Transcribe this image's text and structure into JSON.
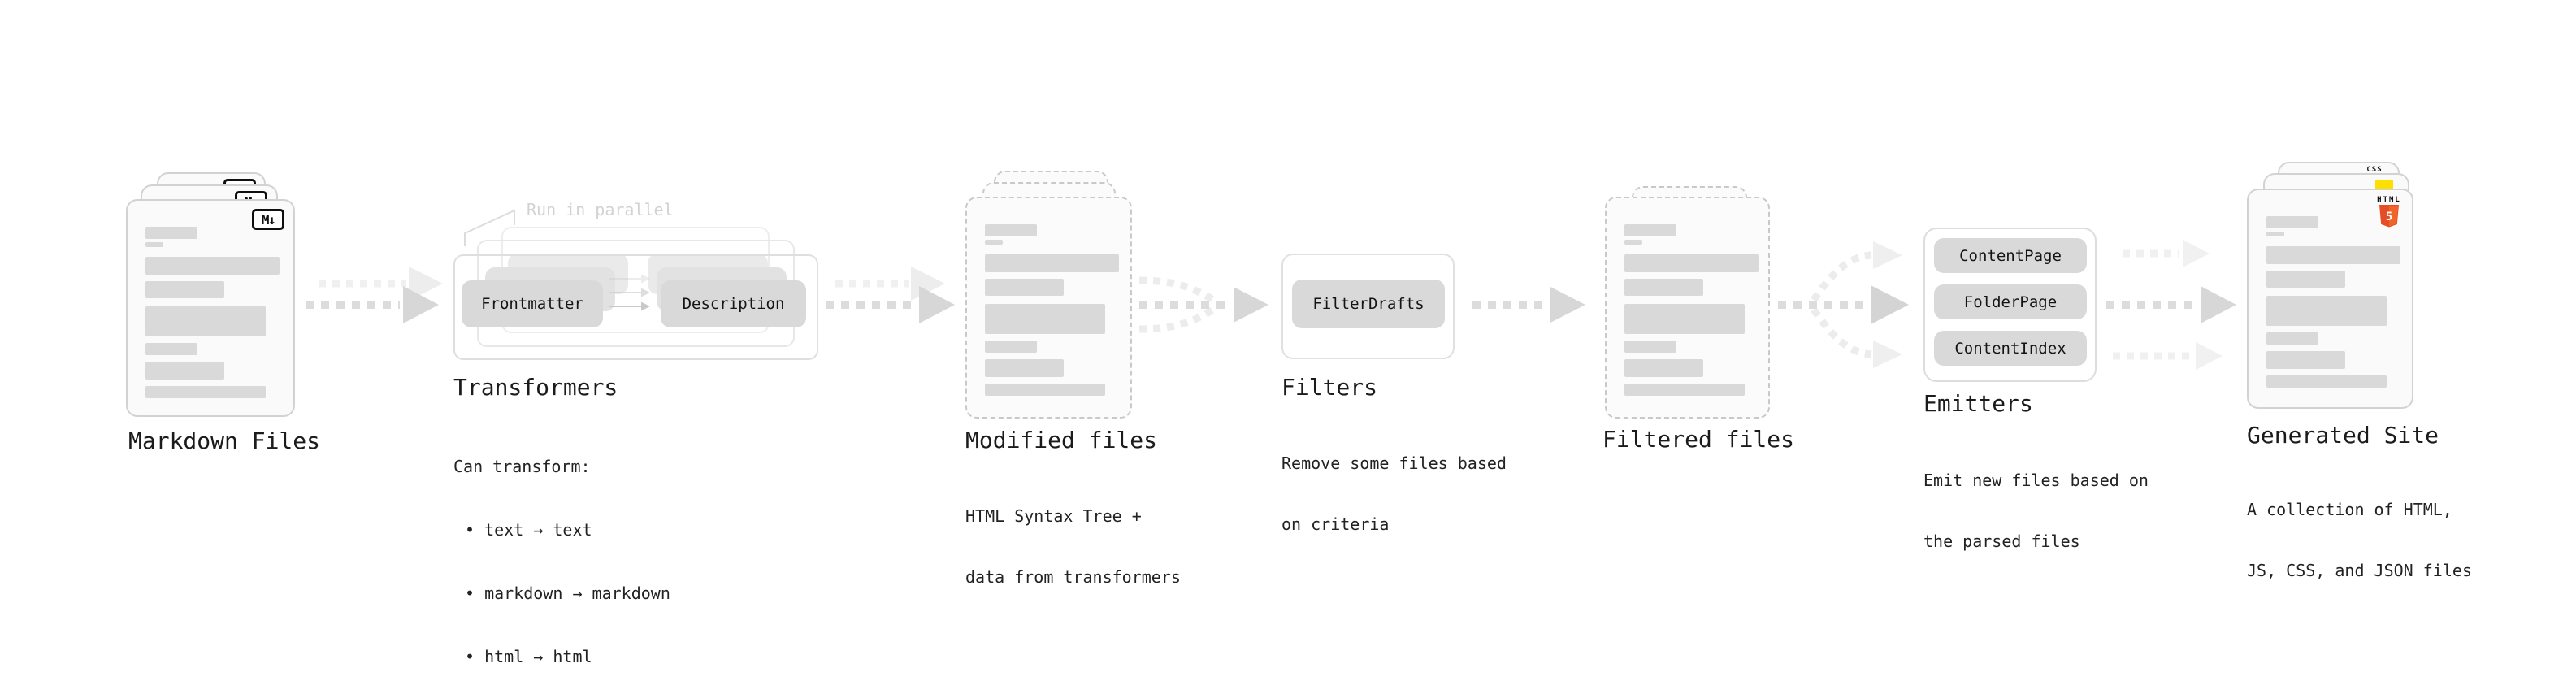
{
  "stages": {
    "markdown": {
      "label": "Markdown Files",
      "badge": "M↓"
    },
    "transformers": {
      "heading": "Transformers",
      "note": "Run in parallel",
      "frontmatter": "Frontmatter",
      "description": "Description",
      "sub_title": "Can transform:",
      "bullets": [
        "• text → text",
        "• markdown → markdown",
        "• html → html"
      ]
    },
    "modified": {
      "heading": "Modified files",
      "sub1": "HTML Syntax Tree +",
      "sub2": "data from transformers"
    },
    "filters": {
      "heading": "Filters",
      "button": "FilterDrafts",
      "sub1": "Remove some files based",
      "sub2": "on criteria"
    },
    "filtered": {
      "label": "Filtered files"
    },
    "emitters": {
      "heading": "Emitters",
      "buttons": [
        "ContentPage",
        "FolderPage",
        "ContentIndex"
      ],
      "sub1": "Emit new files based on",
      "sub2": "the parsed files"
    },
    "generated": {
      "heading": "Generated Site",
      "sub1": "A collection of HTML,",
      "sub2": "JS, CSS, and JSON files",
      "badges": {
        "html_word": "HTML",
        "html_number": "5",
        "css": "CSS"
      }
    }
  },
  "colors": {
    "html5_orange": "#e44d26",
    "html5_orange_light": "#f16529",
    "js_yellow": "#ffdf00",
    "css_blue": "#2760e6"
  }
}
